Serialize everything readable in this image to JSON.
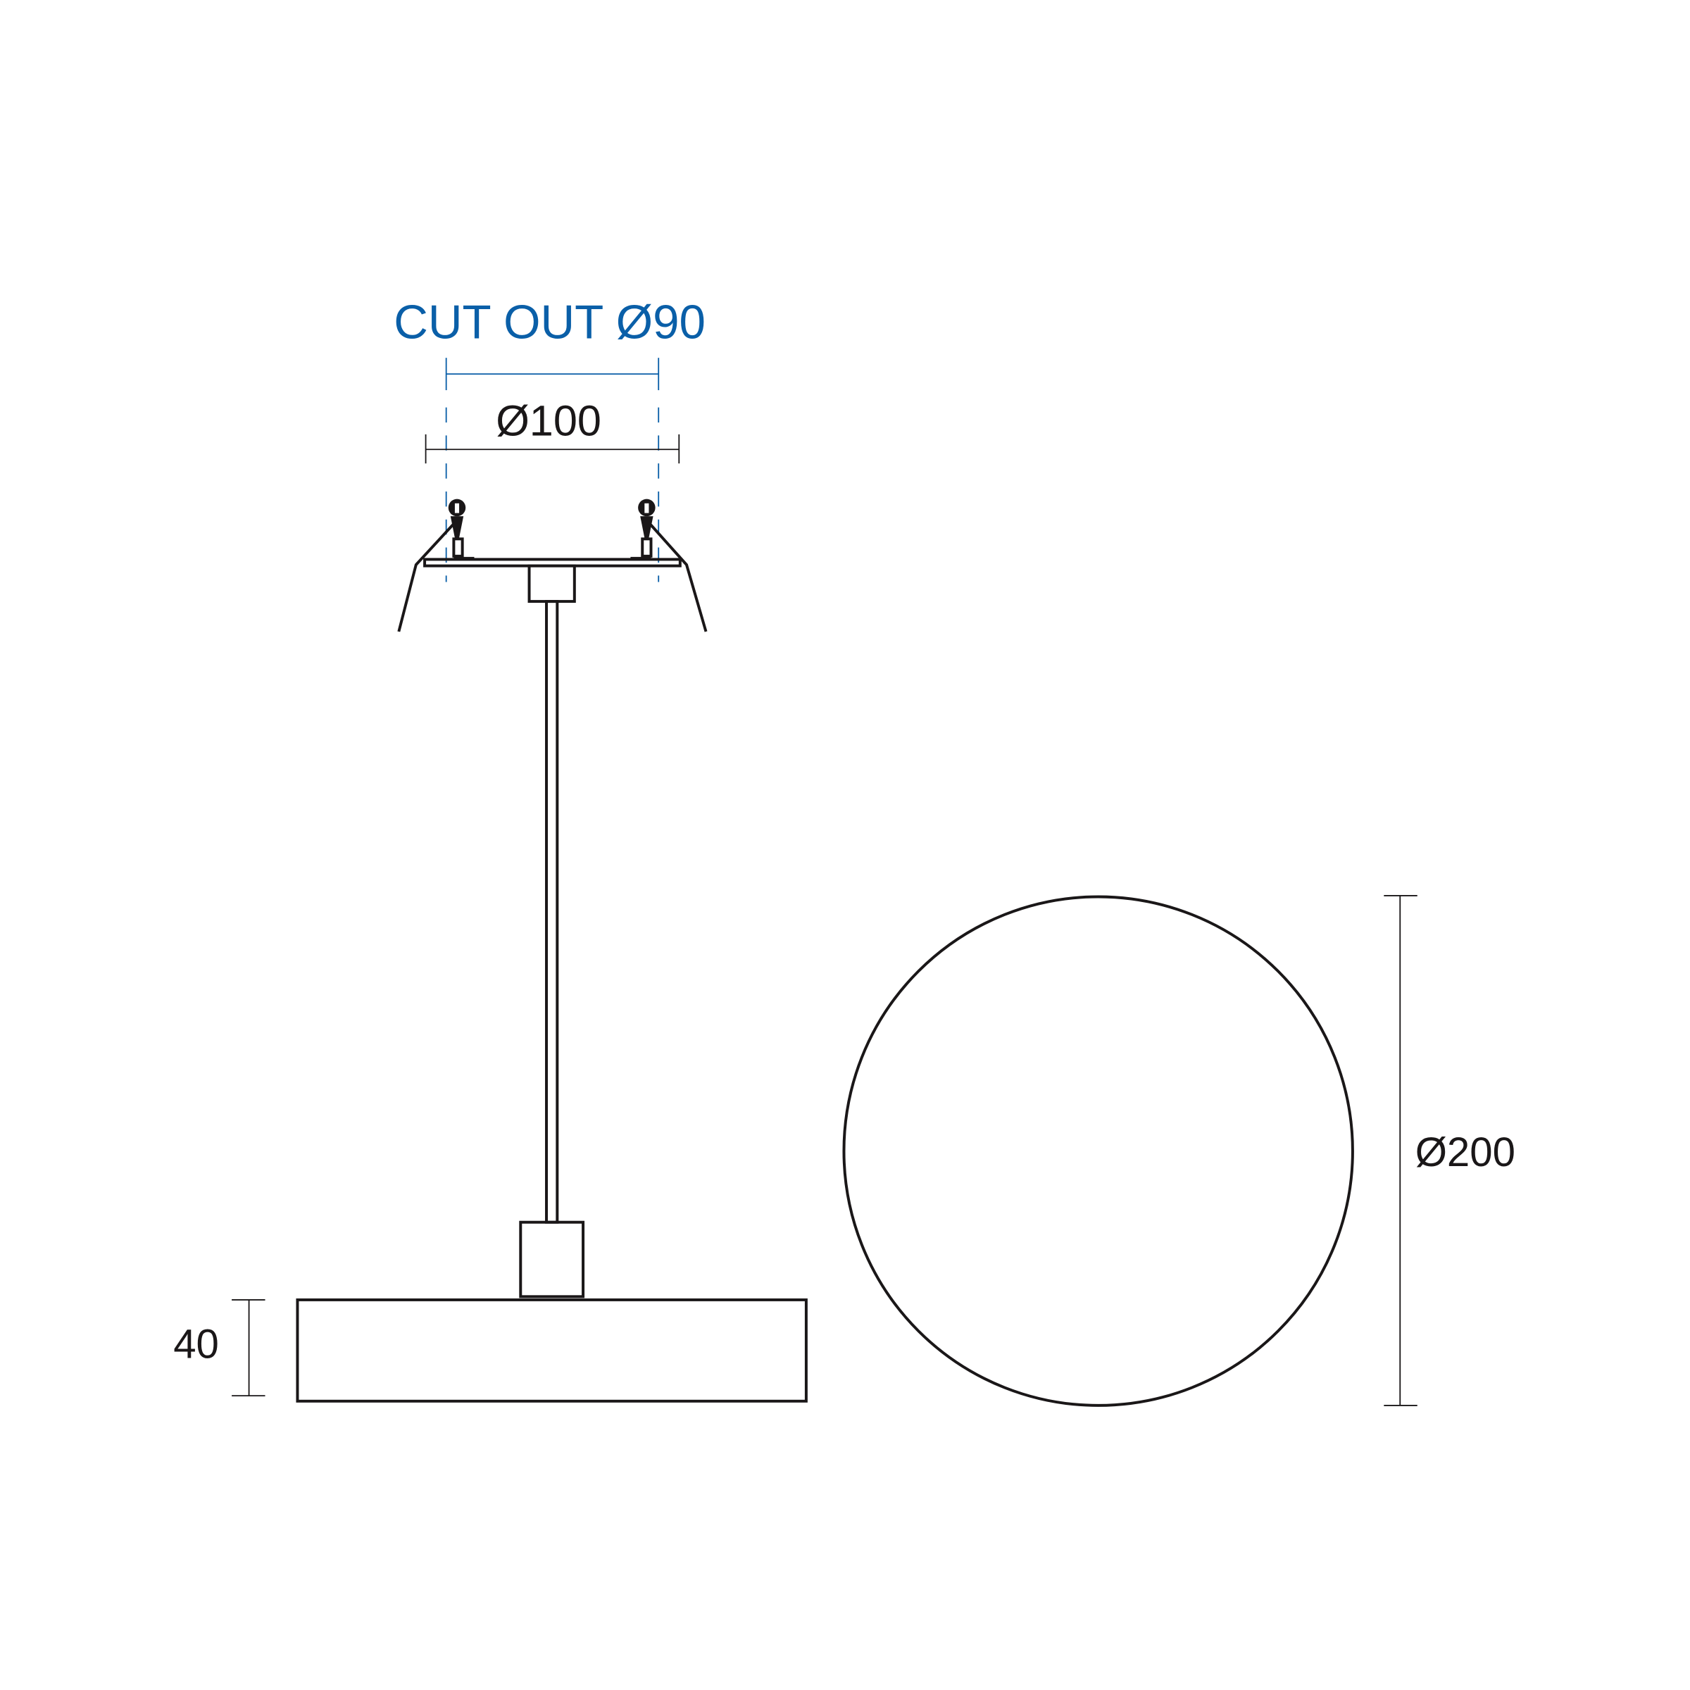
{
  "cutout_label": "CUT OUT Ø90",
  "dimensions": {
    "mount_diameter": "Ø100",
    "height": "40",
    "shade_diameter": "Ø200"
  },
  "colors": {
    "cutout": "#0a5fa8",
    "lines": "#1a1718"
  }
}
